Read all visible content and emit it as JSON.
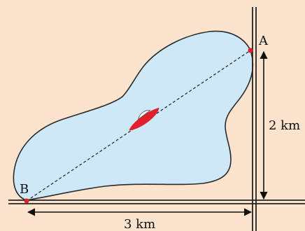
{
  "labels": {
    "point_a": "A",
    "point_b": "B",
    "vertical_distance": "2 km",
    "horizontal_distance": "3 km"
  },
  "colors": {
    "background": "#fbe3cd",
    "lake_fill": "#cfe8f8",
    "lake_outline": "#2a2a2a",
    "road": "#222222",
    "point_marker": "#e0202a",
    "boat": "#e0202a"
  }
}
